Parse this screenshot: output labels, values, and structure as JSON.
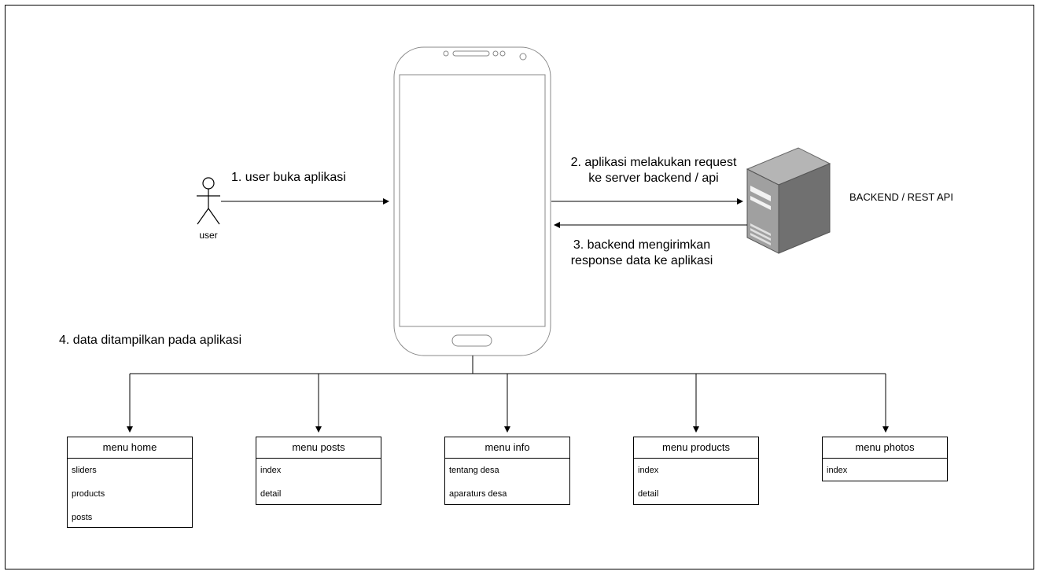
{
  "user_label": "user",
  "server_label": "BACKEND / REST API",
  "steps": {
    "s1": "1. user buka aplikasi",
    "s2_line1": "2. aplikasi melakukan request",
    "s2_line2": "ke server backend / api",
    "s3_line1": "3. backend mengirimkan",
    "s3_line2": "response data ke aplikasi",
    "s4": "4. data ditampilkan pada aplikasi"
  },
  "menus": [
    {
      "title": "menu home",
      "items": [
        "sliders",
        "products",
        "posts"
      ]
    },
    {
      "title": "menu posts",
      "items": [
        "index",
        "detail"
      ]
    },
    {
      "title": "menu info",
      "items": [
        "tentang desa",
        "aparaturs desa"
      ]
    },
    {
      "title": "menu products",
      "items": [
        "index",
        "detail"
      ]
    },
    {
      "title": "menu photos",
      "items": [
        "index"
      ]
    }
  ]
}
